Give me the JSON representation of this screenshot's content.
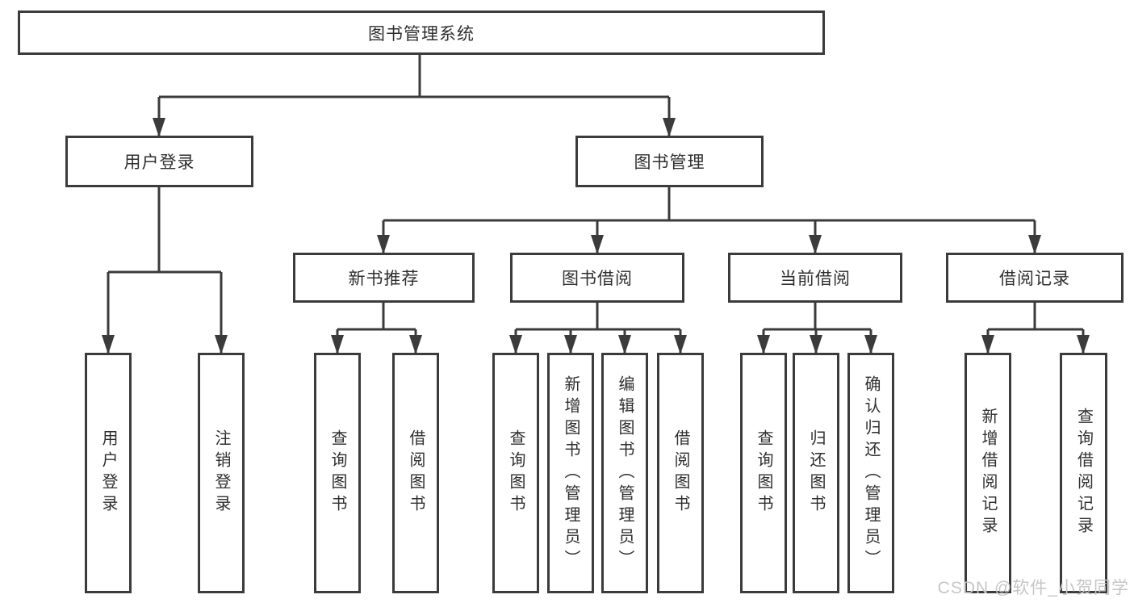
{
  "diagram": {
    "title": "图书管理系统",
    "nodes": {
      "root": "图书管理系统",
      "user_login": "用户登录",
      "book_mgmt": "图书管理",
      "new_books": "新书推荐",
      "book_borrow": "图书借阅",
      "current_borrow": "当前借阅",
      "borrow_records": "借阅记录",
      "leaf_user_login": "用户登录",
      "leaf_logout": "注销登录",
      "leaf_nb_query_books": "查询图书",
      "leaf_nb_borrow_books": "借阅图书",
      "leaf_bb_query_books": "查询图书",
      "leaf_bb_add_books": "新增图书（管理员）",
      "leaf_bb_edit_books": "编辑图书（管理员）",
      "leaf_bb_borrow_books": "借阅图书",
      "leaf_cb_query_books": "查询图书",
      "leaf_cb_return_books": "归还图书",
      "leaf_cb_confirm_return": "确认归还（管理员）",
      "leaf_br_add_record": "新增借阅记录",
      "leaf_br_query_record": "查询借阅记录"
    },
    "colors": {
      "line": "#3b3b3b",
      "text": "#2f2f2f",
      "watermark": "#c6c6c6"
    }
  },
  "watermark": "CSDN @软件_小贺同学"
}
